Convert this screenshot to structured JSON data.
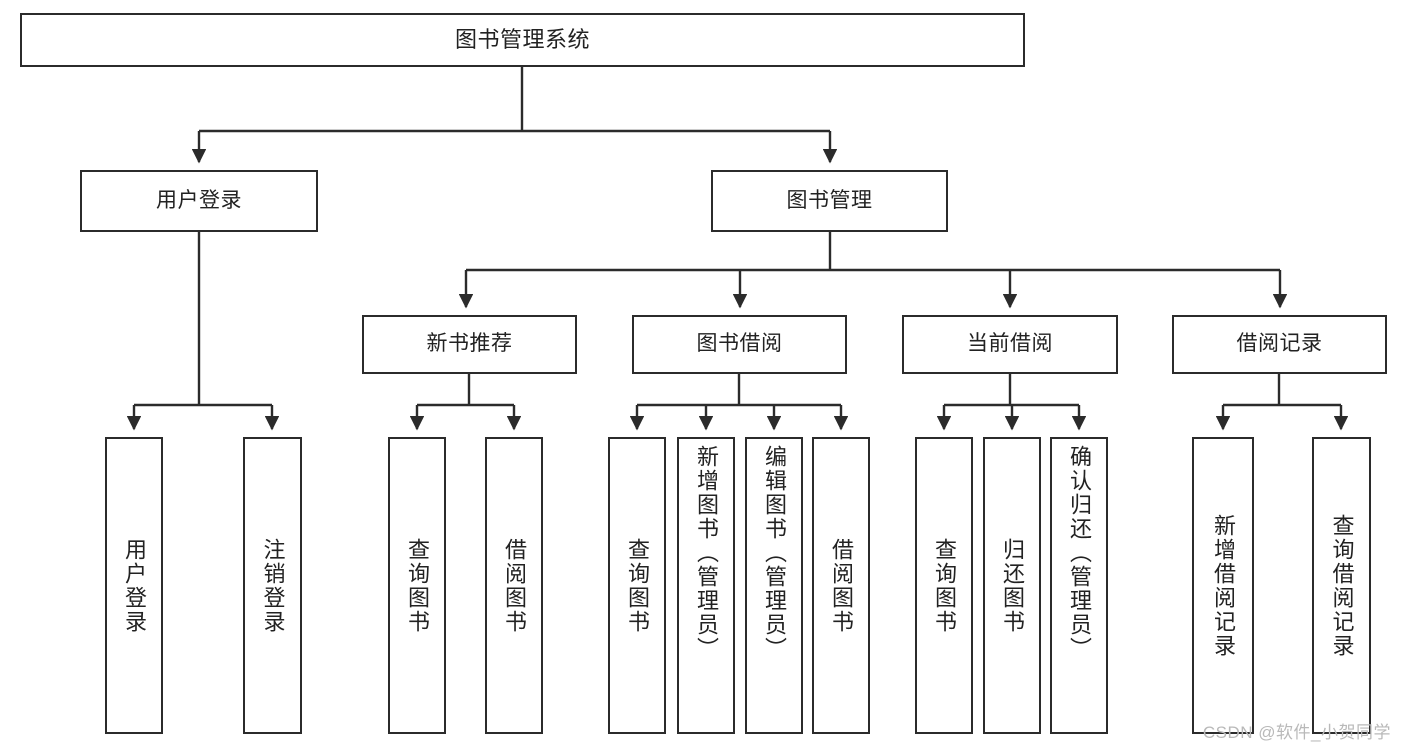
{
  "diagram": {
    "type": "tree-hierarchy",
    "title": "图书管理系统",
    "stroke_color": "#2b2b2b",
    "fill_color": "#ffffff",
    "text_color": "#222222"
  },
  "nodes": {
    "root": {
      "label": "图书管理系统"
    },
    "level2": [
      {
        "label": "用户登录"
      },
      {
        "label": "图书管理"
      }
    ],
    "level3": [
      {
        "label": "新书推荐"
      },
      {
        "label": "图书借阅"
      },
      {
        "label": "当前借阅"
      },
      {
        "label": "借阅记录"
      }
    ],
    "leaves": {
      "user_login": [
        {
          "label": "用户登录"
        },
        {
          "label": "注销登录"
        }
      ],
      "new_book": [
        {
          "label": "查询图书"
        },
        {
          "label": "借阅图书"
        }
      ],
      "book_borrow": [
        {
          "label": "查询图书"
        },
        {
          "label": "新增图书（管理员）"
        },
        {
          "label": "编辑图书（管理员）"
        },
        {
          "label": "借阅图书"
        }
      ],
      "current_borrow": [
        {
          "label": "查询图书"
        },
        {
          "label": "归还图书"
        },
        {
          "label": "确认归还（管理员）"
        }
      ],
      "borrow_record": [
        {
          "label": "新增借阅记录"
        },
        {
          "label": "查询借阅记录"
        }
      ]
    }
  },
  "watermark": {
    "text": "CSDN @软件_小贺同学"
  }
}
